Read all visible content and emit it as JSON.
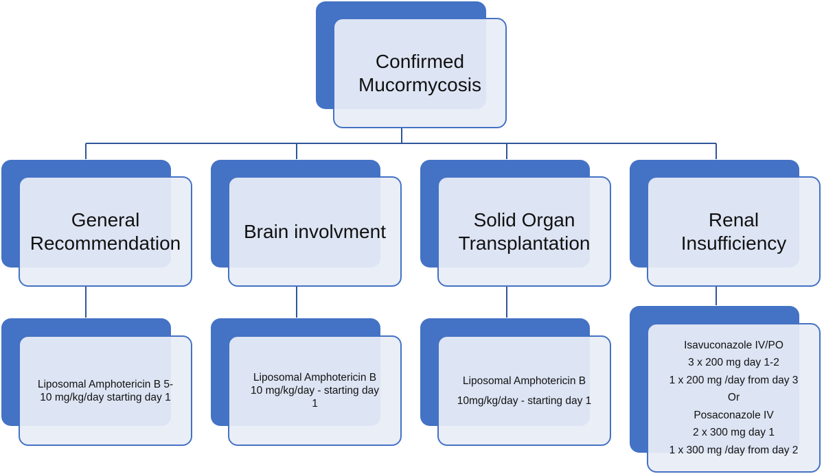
{
  "root": {
    "title_lines": [
      "Confirmed",
      "Mucormycosis"
    ]
  },
  "categories": [
    {
      "title_lines": [
        "General",
        "Recommendation"
      ],
      "treatment_lines": [
        "Liposomal Amphotericin B 5-",
        "10 mg/kg/day starting day 1"
      ]
    },
    {
      "title_lines": [
        "Brain involvment"
      ],
      "treatment_lines": [
        "Liposomal Amphotericin B",
        "10 mg/kg/day -  starting day",
        "1"
      ]
    },
    {
      "title_lines": [
        "Solid Organ",
        "Transplantation"
      ],
      "treatment_lines": [
        "Liposomal Amphotericin B",
        "10mg/kg/day - starting day 1"
      ]
    },
    {
      "title_lines": [
        "Renal",
        "Insufficiency"
      ],
      "treatment_lines": [
        "Isavuconazole IV/PO",
        "3 x 200 mg day 1-2",
        "1 x 200 mg /day from day 3",
        "Or",
        "Posaconazole IV",
        "2 x 300 mg day 1",
        "1 x 300 mg /day from day 2"
      ]
    }
  ],
  "colors": {
    "accent": "#4472c4",
    "card_fill": "#e8edf6",
    "connector": "#2f5597",
    "text": "#111111"
  }
}
